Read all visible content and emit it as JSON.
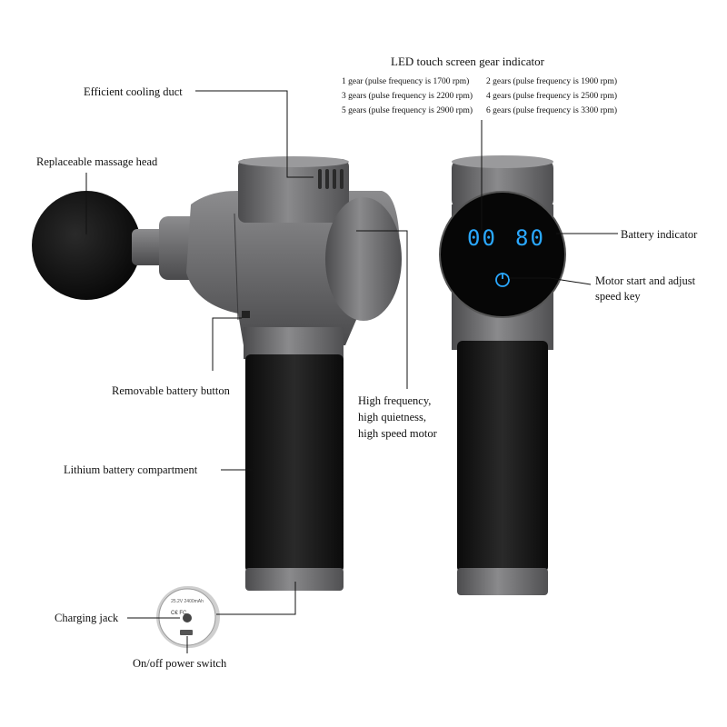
{
  "labels": {
    "cooling_duct": "Efficient cooling duct",
    "massage_head": "Replaceable massage head",
    "battery_button": "Removable battery button",
    "battery_compartment": "Lithium battery compartment",
    "charging_jack": "Charging jack",
    "power_switch": "On/off power switch",
    "motor_line1": "High frequency,",
    "motor_line2": "high quietness,",
    "motor_line3": "high speed motor",
    "led_title": "LED touch screen gear indicator",
    "battery_indicator": "Battery indicator",
    "motor_key_line1": "Motor start and adjust",
    "motor_key_line2": "speed key"
  },
  "gears": [
    "1 gear (pulse frequency is 1700 rpm)",
    "2 gears (pulse frequency is 1900 rpm)",
    "3 gears (pulse frequency is 2200 rpm)",
    "4 gears (pulse frequency is 2500 rpm)",
    "5 gears (pulse frequency is 2900 rpm)",
    "6 gears (pulse frequency is 3300 rpm)"
  ],
  "display": {
    "gear_value": "00",
    "battery_value": "80"
  },
  "colors": {
    "lcd_blue": "#2aa8ff",
    "body_gray": "#6e6e70",
    "grip_black": "#151515"
  }
}
